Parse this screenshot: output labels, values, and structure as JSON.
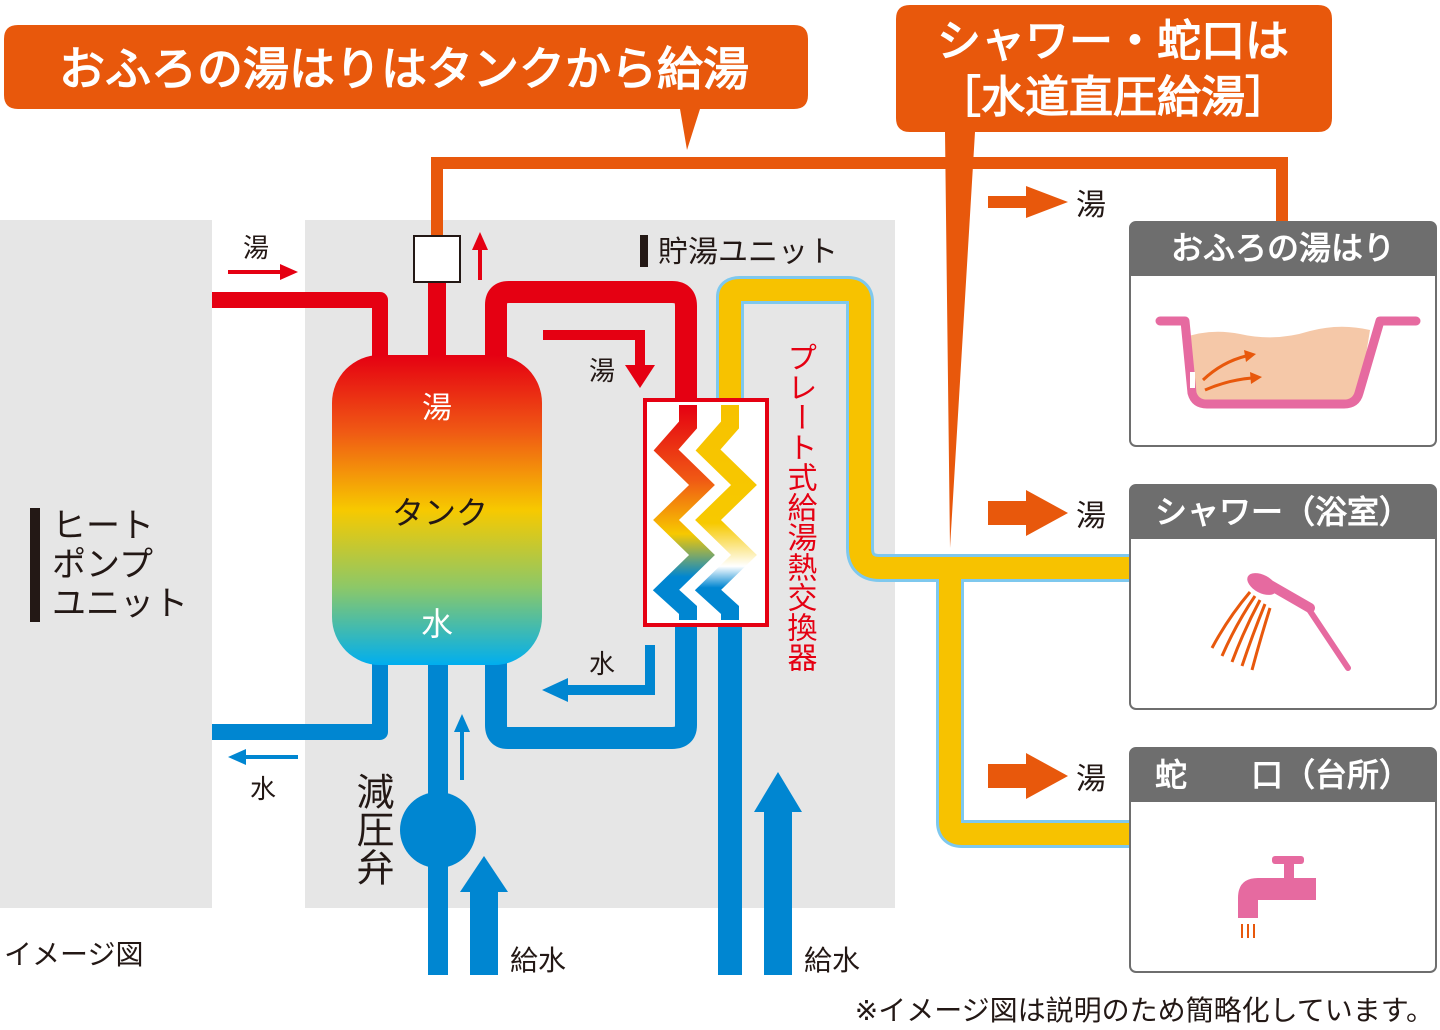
{
  "callouts": {
    "bath_fill": "おふろの湯はりはタンクから給湯",
    "direct_line1": "シャワー・蛇口は",
    "direct_line2": "［水道直圧給湯］"
  },
  "units": {
    "heat_pump": [
      "ヒート",
      "ポンプ",
      "ユニット"
    ],
    "storage": "貯湯ユニット"
  },
  "tank": {
    "top": "湯",
    "middle": "タンク",
    "bottom": "水"
  },
  "heat_exchanger": "プレート式給湯熱交換器",
  "valve": "減圧弁",
  "labels": {
    "hot": "湯",
    "water": "水",
    "supply_water": "給水"
  },
  "destinations": [
    {
      "title": "おふろの湯はり",
      "icon": "bathtub-icon"
    },
    {
      "title": "シャワー（浴室）",
      "icon": "shower-icon"
    },
    {
      "title": "蛇　　口（台所）",
      "icon": "faucet-icon"
    }
  ],
  "footer": {
    "image_note": "イメージ図",
    "disclaimer": "※イメージ図は説明のため簡略化しています。"
  },
  "colors": {
    "orange": "#E8580C",
    "hot_red": "#E50012",
    "cold_blue": "#0086D1",
    "yellow": "#F7C200",
    "gray_bg": "#E6E6E6",
    "dest_header": "#6E6E6E",
    "pink": "#E66AA0"
  }
}
